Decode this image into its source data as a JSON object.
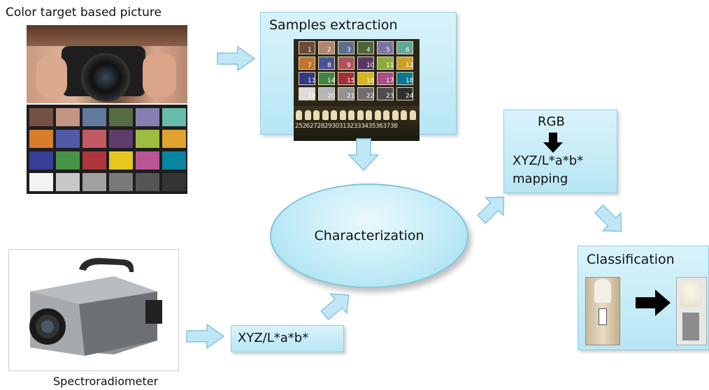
{
  "labels": {
    "color_target": "Color target based picture",
    "spectroradiometer": "Spectroradiometer",
    "samples_extraction": "Samples extraction",
    "characterization": "Characterization",
    "rgb": "RGB",
    "mapping_line1": "XYZ/L*a*b*",
    "mapping_line2": "mapping",
    "classification": "Classification",
    "xyz_output": "XYZ/L*a*b*"
  },
  "colors": {
    "box_fill": "#c8ecf7",
    "box_border": "#8fcde3",
    "arrow_fill": "#bfe7f6",
    "arrow_stroke": "#86c6dc"
  },
  "checker_patches": [
    [
      "#735244",
      "#c29682",
      "#627a9d",
      "#576c43",
      "#8580b1",
      "#67bdaa"
    ],
    [
      "#d67e2c",
      "#505ba6",
      "#c15a63",
      "#5e3c6c",
      "#9dbc40",
      "#e0a32e"
    ],
    [
      "#383d96",
      "#469449",
      "#af363c",
      "#e7c71f",
      "#bb5695",
      "#0885a1"
    ],
    [
      "#f3f3f2",
      "#c8c8c8",
      "#a0a0a0",
      "#7a7a79",
      "#555555",
      "#343434"
    ]
  ],
  "sample_patches": [
    [
      "#6b4a3b",
      "#b08470",
      "#5a6f8e",
      "#4f623e",
      "#7a75a0",
      "#5fa999"
    ],
    [
      "#c2722a",
      "#485296",
      "#ad525a",
      "#553762",
      "#8ea93b",
      "#caa12a"
    ],
    [
      "#333887",
      "#3f8542",
      "#9e3137",
      "#d3b51d",
      "#a94e87",
      "#087892"
    ],
    [
      "#dcdcdb",
      "#b5b5b5",
      "#919191",
      "#6e6e6d",
      "#4d4d4d",
      "#2f2f2f"
    ]
  ],
  "sample_numbers": [
    [
      "1",
      "2",
      "3",
      "4",
      "5",
      "6"
    ],
    [
      "7",
      "8",
      "9",
      "10",
      "11",
      "12"
    ],
    [
      "13",
      "14",
      "15",
      "16",
      "17",
      "18"
    ],
    [
      "19",
      "20",
      "21",
      "22",
      "23",
      "24"
    ]
  ],
  "tooth_numbers": "2526272829303132333435363738"
}
